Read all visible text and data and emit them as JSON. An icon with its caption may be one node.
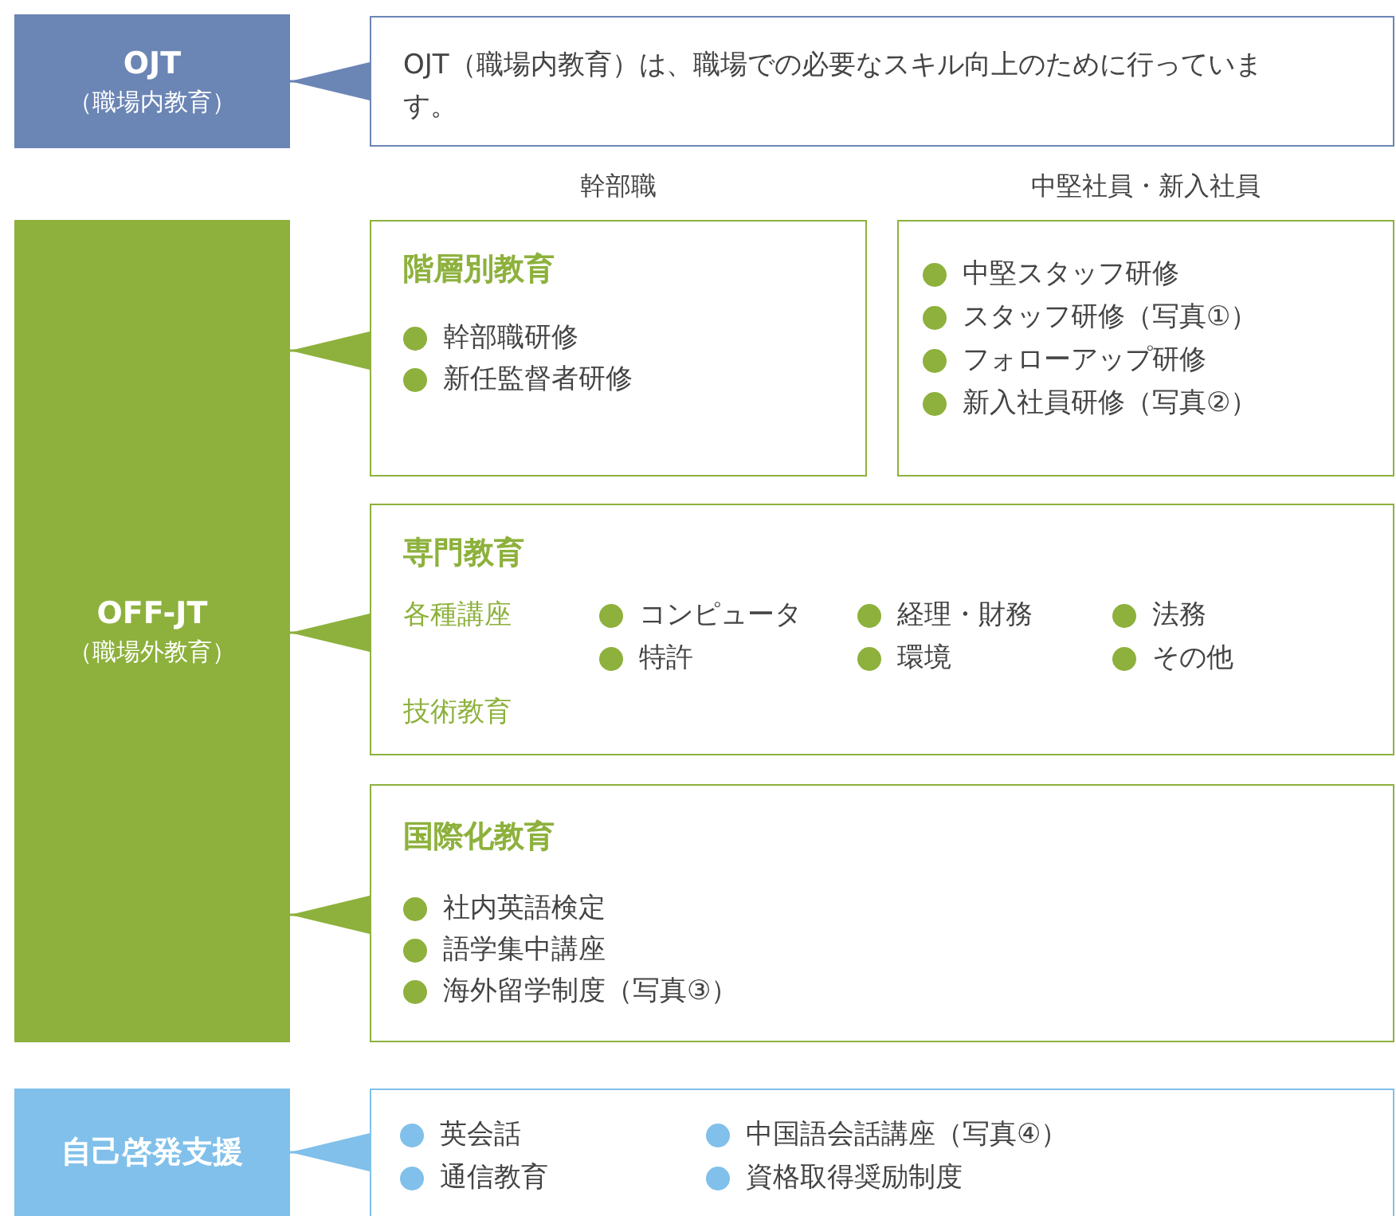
{
  "diagram": {
    "nodes": [
      {
        "text": [
          "OJT",
          "（職場内教育）"
        ]
      },
      {
        "text": [
          "OJT（職場内教育）は、職場での必要なスキル向上のために行っています。"
        ]
      },
      {
        "text": [
          "OFF-JT",
          "（職場外教育）"
        ]
      },
      {
        "text": [
          "階層別教育",
          "幹部職研修",
          "新任監督者研修"
        ],
        "beside": [
          "幹部職"
        ]
      },
      {
        "text": [
          "中堅スタッフ研修",
          "スタッフ研修（写真①）",
          "フォローアップ研修",
          "新入社員研修（写真②）"
        ],
        "beside": [
          "中堅社員・新入社員"
        ]
      },
      {
        "text": [
          "専門教育",
          "各種講座",
          "コンピュータ",
          "経理・財務",
          "法務",
          "特許",
          "環境",
          "その他",
          "技術教育"
        ]
      },
      {
        "text": [
          "国際化教育",
          "社内英語検定",
          "語学集中講座",
          "海外留学制度（写真③）"
        ]
      },
      {
        "text": [
          "自己啓発支援"
        ]
      },
      {
        "text": [
          "英会話",
          "中国語会話講座（写真④）",
          "通信教育",
          "資格取得奨励制度"
        ]
      }
    ],
    "edges": [
      {
        "from": 1,
        "to": 0,
        "arrow": "to",
        "color": "#6b85b5"
      },
      {
        "from": 3,
        "to": 2,
        "arrow": "to"
      },
      {
        "from": 5,
        "to": 2,
        "arrow": "to"
      },
      {
        "from": 6,
        "to": 2,
        "arrow": "to"
      },
      {
        "from": 8,
        "to": 7,
        "arrow": "to",
        "color": "#80c0ea"
      }
    ]
  }
}
